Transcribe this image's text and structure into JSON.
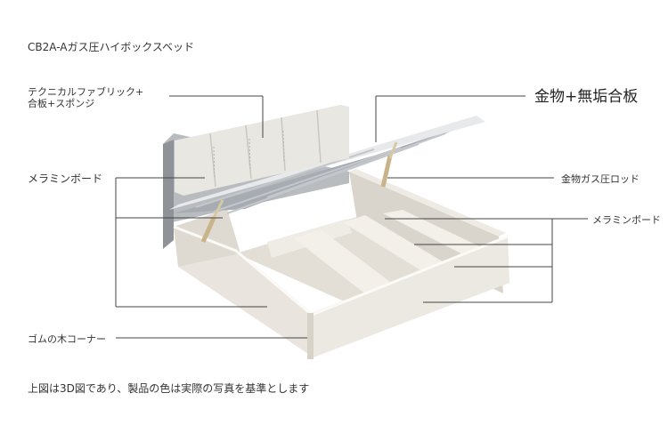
{
  "header": {
    "title": "CB2A-Aガス圧ハイボックスベッド"
  },
  "callouts": {
    "fabric_line1": "テクニカルファブリック+",
    "fabric_line2": "合板+スポンジ",
    "metal_stainless": "金物+無垢合板",
    "melamine_left": "メラミンボード",
    "gas_rod": "金物ガス圧ロッド",
    "melamine_right": "メラミンボード",
    "rubber_corner": "ゴムの木コーナー"
  },
  "footer": {
    "note": "上図は3D図であり、製品の色は実際の写真を基準とします"
  }
}
